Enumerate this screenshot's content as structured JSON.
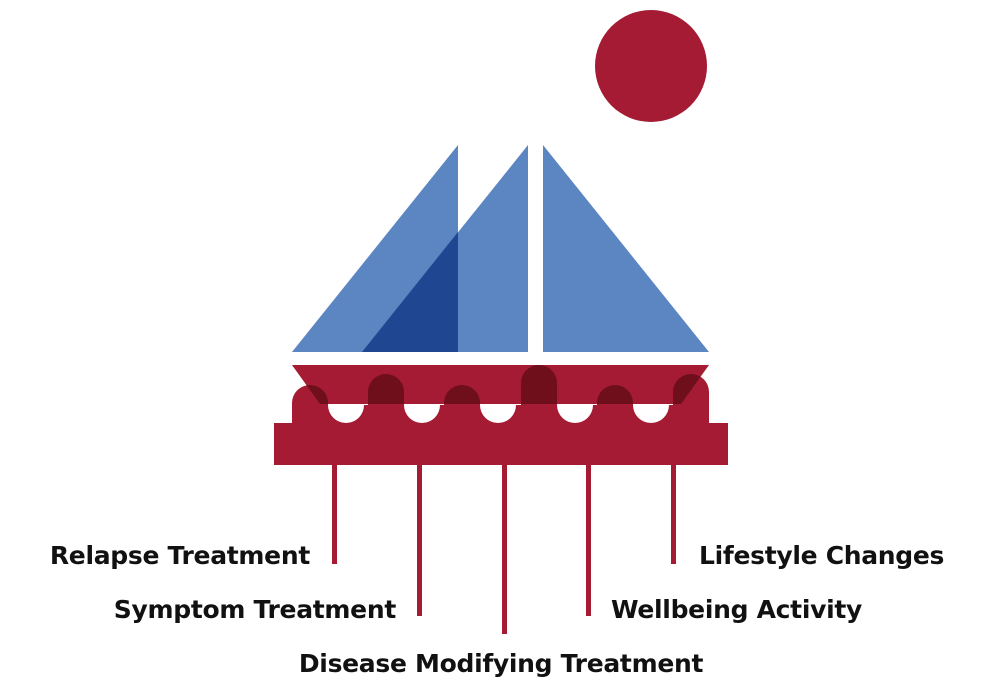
{
  "colors": {
    "crimson": "#a51b33",
    "sail_blue": "#5b86c2",
    "sail_overlap": "#1f4690",
    "overlap_dark": "#6e0f1b",
    "background": "#ffffff"
  },
  "labels": {
    "relapse": "Relapse Treatment",
    "symptom": "Symptom Treatment",
    "disease": "Disease Modifying Treatment",
    "wellbeing": "Wellbeing Activity",
    "lifestyle": "Lifestyle Changes"
  }
}
